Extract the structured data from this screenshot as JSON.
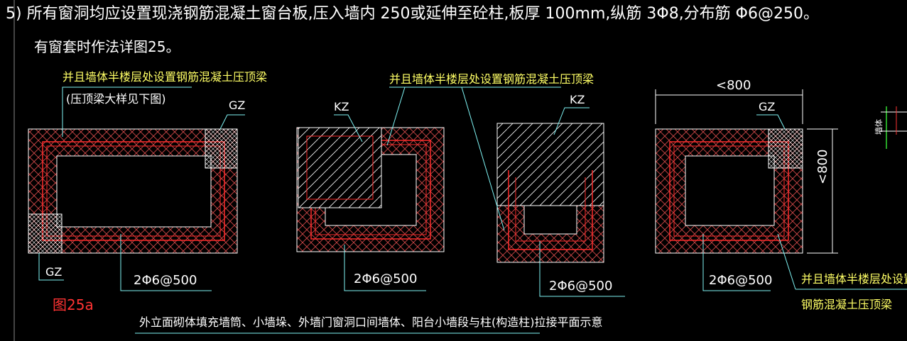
{
  "notes": {
    "line1": "5) 所有窗洞均应设置现浇钢筋混凝土窗台板,压入墙内 250或延伸至砼柱,板厚 100mm,纵筋 3Φ8,分布筋 Φ6@250。",
    "line2": "有窗套时作法详图25。"
  },
  "labels": {
    "beam_note_a1": "并且墙体半楼层处设置钢筋混凝土压顶梁",
    "beam_note_a2": "(压顶梁大样见下图)",
    "beam_note_b": "并且墙体半楼层处设置钢筋混凝土压顶梁",
    "beam_note_d1": "并且墙体半楼层处设置",
    "beam_note_d2": "钢筋混凝土压顶梁",
    "gz_a_top": "GZ",
    "gz_a_bottom": "GZ",
    "kz_b": "KZ",
    "kz_c": "KZ",
    "gz_d": "GZ",
    "rebar_a": "2Φ6@500",
    "rebar_b": "2Φ6@500",
    "rebar_c": "2Φ6@500",
    "rebar_d": "2Φ6@500",
    "dim_width": "<800",
    "dim_height": "<800",
    "figure_id": "图25a",
    "side_mark": "墙体",
    "caption": "外立面砌体填充墙筒、小墙垛、外墙门窗洞口间墙体、阳台小墙段与柱(构造柱)拉接平面示意"
  },
  "colors": {
    "background": "#000000",
    "wall_outline": "#ffffff",
    "hatch": "#ff4040",
    "rebar": "#ff2a2a",
    "leader": "#7ff4f4",
    "note_text": "#ffff66"
  }
}
